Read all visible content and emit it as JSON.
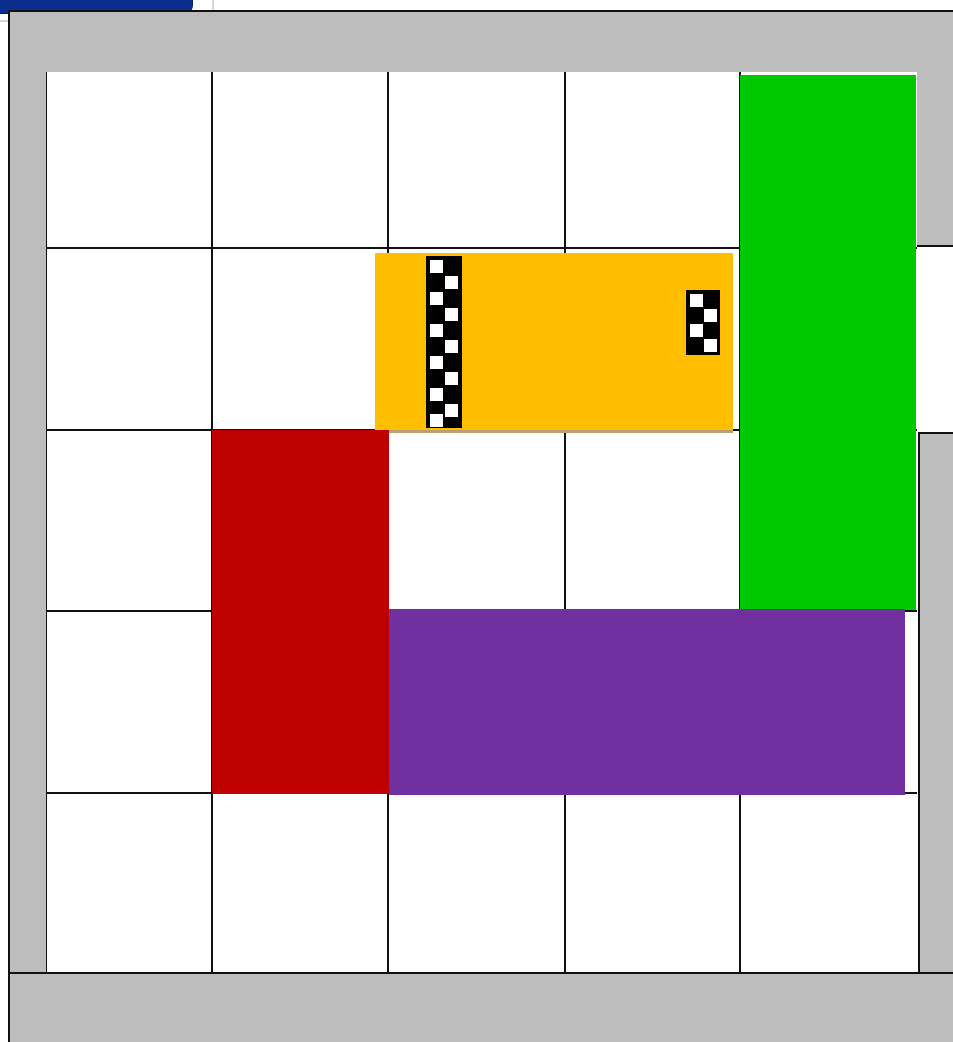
{
  "board": {
    "rows": 5,
    "cols": 5,
    "exit_side": "right",
    "exit_row": 2
  },
  "pieces": [
    {
      "id": "yellow",
      "color": "#ffbf00",
      "role": "target"
    },
    {
      "id": "green",
      "color": "#00c800",
      "role": "blocker"
    },
    {
      "id": "red",
      "color": "#bf0000",
      "role": "blocker"
    },
    {
      "id": "purple",
      "color": "#7030a0",
      "role": "blocker"
    }
  ],
  "icons": [
    "checkered-flag-icon",
    "checkered-flag-icon"
  ],
  "colors": {
    "wall": "#bdbdbd",
    "grid_line": "#111111",
    "cell": "#ffffff",
    "titlebar": "#0a2d8e"
  }
}
